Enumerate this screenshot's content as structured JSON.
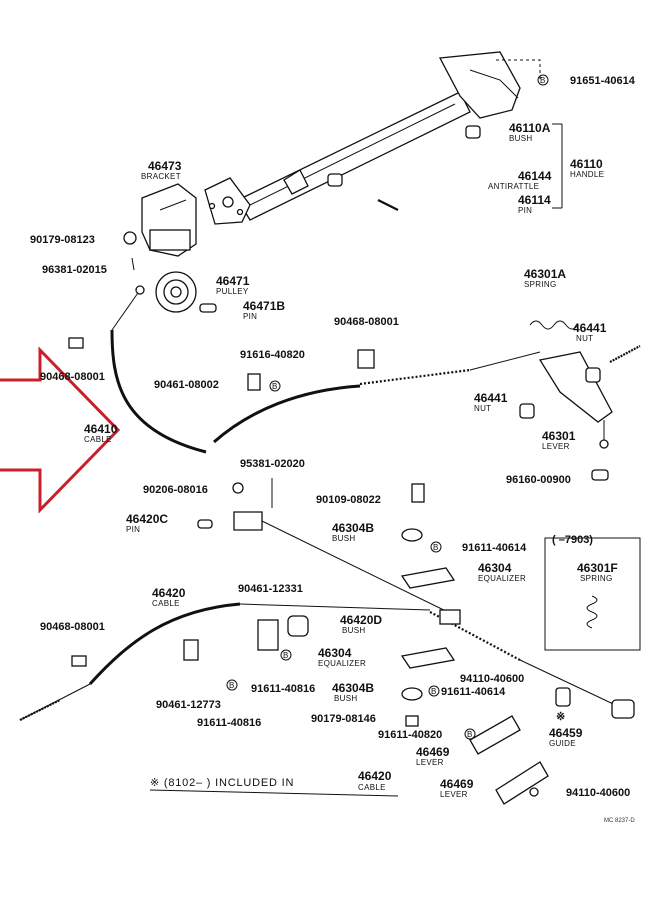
{
  "labels": {
    "p91651": "91651-40614",
    "p46110a": "46110A",
    "p46110a_d": "BUSH",
    "p46110": "46110",
    "p46110_d": "HANDLE",
    "p46144": "46144",
    "p46144_d": "ANTIRATTLE",
    "p46114": "46114",
    "p46114_d": "PIN",
    "p46473": "46473",
    "p46473_d": "BRACKET",
    "p90179a": "90179-08123",
    "p96381": "96381-02015",
    "p46471": "46471",
    "p46471_d": "PULLEY",
    "p46471b": "46471B",
    "p46471b_d": "PIN",
    "p46301a": "46301A",
    "p46301a_d": "SPRING",
    "p90468a": "90468-08001",
    "p46441a": "46441",
    "p46441a_d": "NUT",
    "p91616": "91616-40820",
    "p90468b": "90468-08001",
    "p90461a": "90461-08002",
    "p46441b": "46441",
    "p46441b_d": "NUT",
    "p46410": "46410",
    "p46410_d": "CABLE",
    "p46301": "46301",
    "p46301_d": "LEVER",
    "p95381": "95381-02020",
    "p96160": "96160-00900",
    "p90206": "90206-08016",
    "p90109": "90109-08022",
    "p46420c": "46420C",
    "p46420c_d": "PIN",
    "p46304b1": "46304B",
    "p46304b1_d": "BUSH",
    "p91611a": "91611-40614",
    "box_title": "(    –7903)",
    "p46304": "46304",
    "p46304_d": "EQUALIZER",
    "p46301f": "46301F",
    "p46301f_d": "SPRING",
    "p46420": "46420",
    "p46420_d": "CABLE",
    "p90461b": "90461-12331",
    "p90468c": "90468-08001",
    "p46420d": "46420D",
    "p46420d_d": "BUSH",
    "p46304e": "46304",
    "p46304e_d": "EQUALIZER",
    "p94110a": "94110-40600",
    "p91611b": "91611-40816",
    "p46304b2": "46304B",
    "p46304b2_d": "BUSH",
    "p91611c": "91611-40614",
    "p90461c": "90461-12773",
    "p90179b": "90179-08146",
    "p91611d": "91611-40816",
    "p91611e": "91611-40820",
    "p46459": "46459",
    "p46459_d": "GUIDE",
    "p46469a": "46469",
    "p46469a_d": "LEVER",
    "p46469b": "46469",
    "p46469b_d": "LEVER",
    "p94110b": "94110-40600",
    "note_a": "※ (8102–        ) INCLUDED IN",
    "note_b": "46420",
    "note_c": "CABLE",
    "ref": "MC 8237-D"
  },
  "markers": {
    "bolt_letter": "B",
    "guide_mark": "※"
  },
  "colors": {
    "line": "#111111",
    "arrow": "#c8202a",
    "background": "#ffffff"
  }
}
